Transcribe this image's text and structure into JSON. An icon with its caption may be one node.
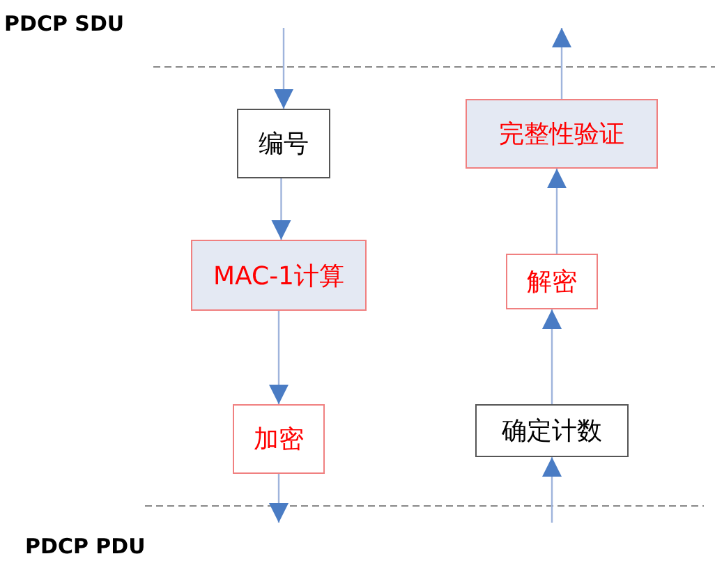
{
  "diagram": {
    "nodes": [
      {
        "text": [
          "编号"
        ]
      },
      {
        "text": [
          "MAC-1计算"
        ]
      },
      {
        "text": [
          "加密"
        ]
      },
      {
        "text": [
          "完整性验证"
        ]
      },
      {
        "text": [
          "解密"
        ]
      },
      {
        "text": [
          "确定计数"
        ]
      }
    ],
    "edges": [
      {
        "from": null,
        "to": 0,
        "arrow": "to"
      },
      {
        "from": 0,
        "to": 1,
        "arrow": "to"
      },
      {
        "from": 1,
        "to": 2,
        "arrow": "to"
      },
      {
        "from": 2,
        "to": null,
        "arrow": "to"
      },
      {
        "from": null,
        "to": 5,
        "arrow": "to"
      },
      {
        "from": 5,
        "to": 4,
        "arrow": "to"
      },
      {
        "from": 4,
        "to": 3,
        "arrow": "to"
      },
      {
        "from": 3,
        "to": null,
        "arrow": "to"
      }
    ],
    "labels": [
      "PDCP SDU",
      "PDCP PDU"
    ]
  }
}
